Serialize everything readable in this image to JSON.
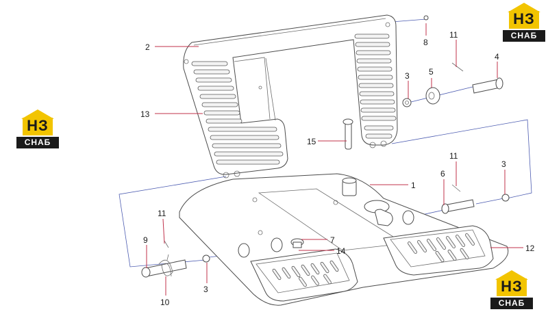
{
  "logo": {
    "letters": "НЗ",
    "caption": "СНАБ",
    "accent": "#f2c400",
    "dark": "#1a1a1a"
  },
  "callouts": {
    "c1": "1",
    "c2": "2",
    "c3a": "3",
    "c3b": "3",
    "c3c": "3",
    "c4": "4",
    "c5": "5",
    "c6": "6",
    "c7": "7",
    "c8": "8",
    "c9": "9",
    "c10": "10",
    "c11a": "11",
    "c11b": "11",
    "c11c": "11",
    "c12": "12",
    "c13": "13",
    "c14": "14",
    "c15": "15"
  },
  "colors": {
    "leader": "#c0304a",
    "assembly_line": "#4a5ab0",
    "part_outline": "#4a4a4a"
  }
}
